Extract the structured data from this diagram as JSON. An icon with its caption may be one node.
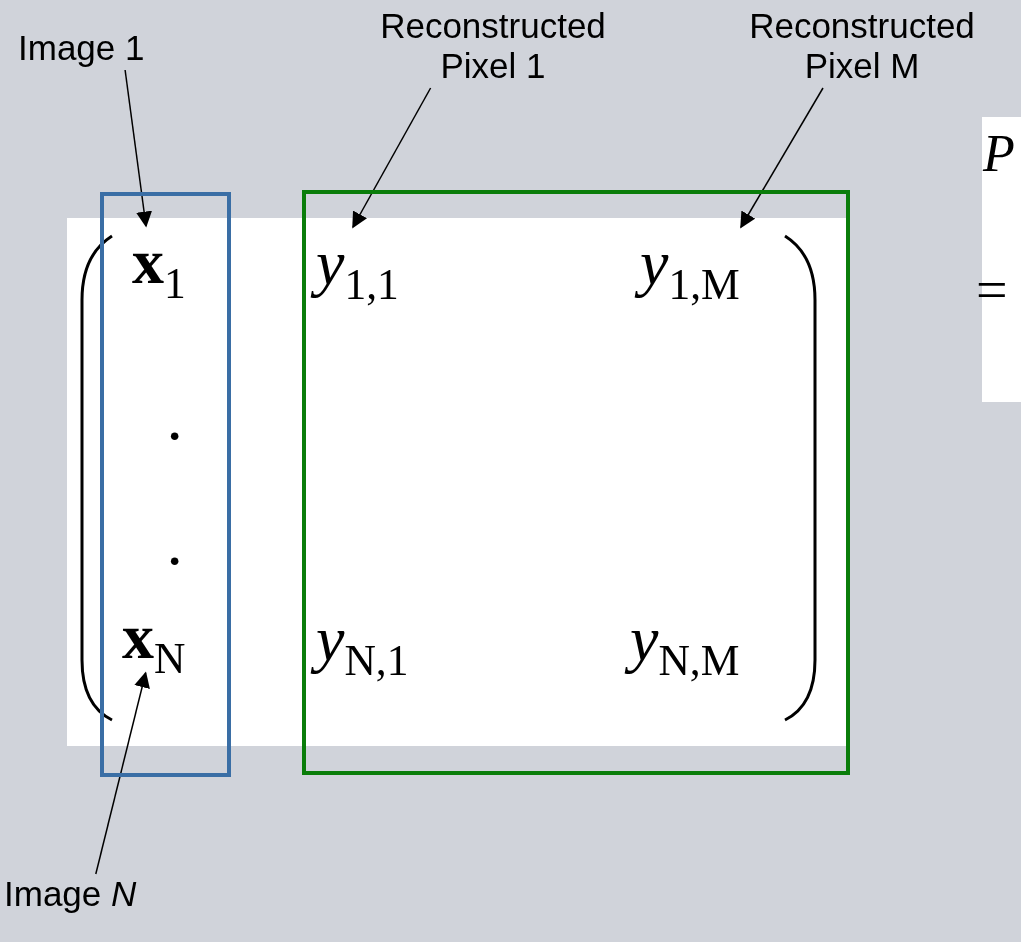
{
  "diagram": {
    "nodes": [
      {
        "text": [],
        "shape": "box"
      },
      {
        "text": [
          "**x**$_{1}$"
        ],
        "in": 0
      },
      {
        "text": [
          "**x**$_{N}$"
        ],
        "in": 0
      },
      {
        "text": [],
        "shape": "box"
      },
      {
        "text": [
          "*y*$_{1,1}$"
        ],
        "in": 3
      },
      {
        "text": [
          "*y*$_{1,M}$"
        ],
        "in": 3
      },
      {
        "text": [
          "*y*$_{N,1}$"
        ],
        "in": 3
      },
      {
        "text": [
          "*y*$_{N,M}$"
        ],
        "in": 3
      },
      {
        "text": [
          "Image 1"
        ]
      },
      {
        "text": [
          "Reconstructed Pixel 1"
        ]
      },
      {
        "text": [
          "Reconstructed Pixel M"
        ]
      },
      {
        "text": [
          "Image *N*"
        ]
      }
    ],
    "edges": [
      {
        "from": 8,
        "to": 1,
        "arrow": "to"
      },
      {
        "from": 9,
        "to": 4,
        "arrow": "to"
      },
      {
        "from": 10,
        "to": 5,
        "arrow": "to"
      },
      {
        "from": 11,
        "to": 2,
        "arrow": "to"
      }
    ],
    "labels": [
      "·",
      "·",
      "P",
      "="
    ]
  }
}
